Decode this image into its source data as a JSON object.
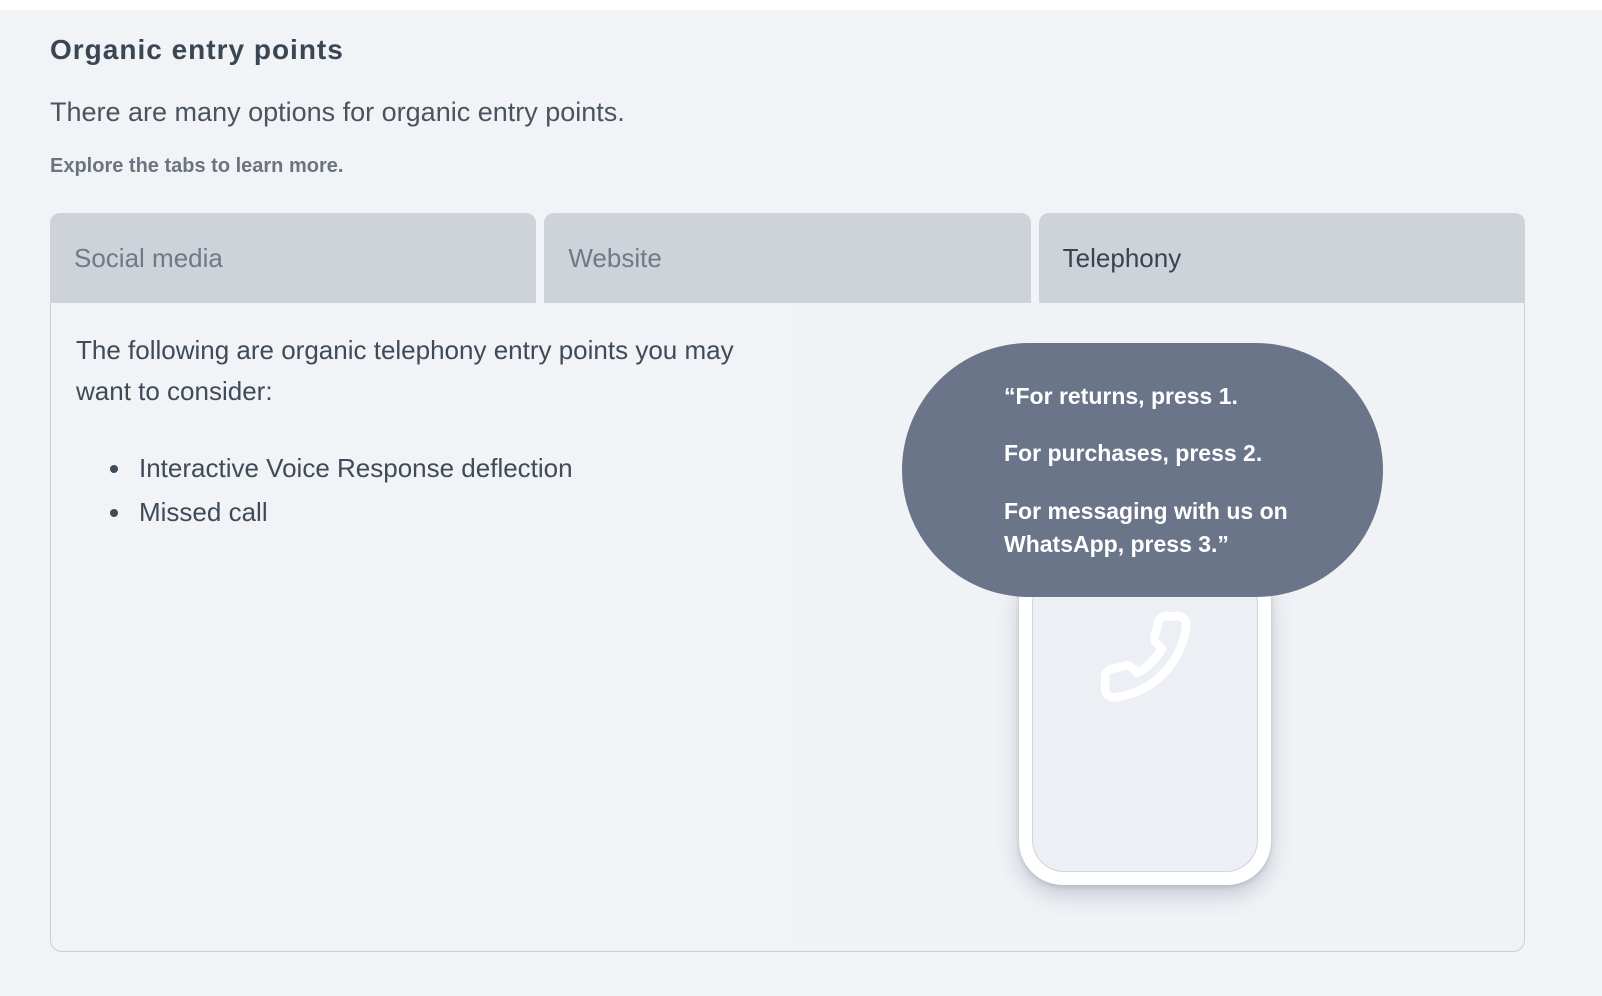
{
  "header": {
    "title": "Organic entry points",
    "intro": "There are many options for organic entry points.",
    "hint": "Explore the tabs to learn more."
  },
  "tabs": [
    {
      "label": "Social media",
      "active": false
    },
    {
      "label": "Website",
      "active": false
    },
    {
      "label": "Telephony",
      "active": true
    }
  ],
  "tab_content": {
    "lead": "The following are organic telephony entry points you may want to consider:",
    "bullets": [
      "Interactive Voice Response deflection",
      "Missed call"
    ]
  },
  "illustration": {
    "ivr_bubble_lines": [
      "“For returns, press 1.",
      "For purchases, press 2.",
      "For messaging with us on WhatsApp, press 3.”"
    ],
    "phone_icon": "phone-handset-icon"
  },
  "colors": {
    "page_bg": "#F1F3F6",
    "tab_bg": "#CED3DA",
    "tab_text_inactive": "#6E7A88",
    "tab_text_active": "#39434F",
    "heading_text": "#3A4653",
    "body_text": "#3F4B58",
    "muted_text": "#6B7582",
    "panel_border": "#C9CFD7",
    "bubble_bg": "#6A7589",
    "bubble_text": "#FFFFFF",
    "phone_frame": "#FFFFFF",
    "phone_screen": "#ECEFF4"
  }
}
